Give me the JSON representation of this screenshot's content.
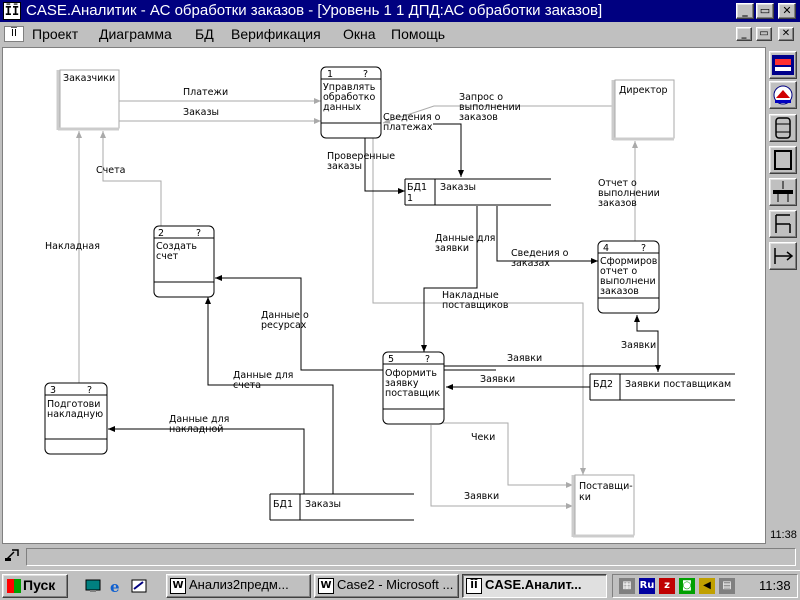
{
  "window": {
    "title": "CASE.Аналитик - АС обработки заказов - [Уровень 1 1 ДПД:АС обработки заказов]",
    "app_icon_glyph": "ĪĪ",
    "minimize_glyph": "_",
    "maximize_glyph": "▭",
    "close_glyph": "✕"
  },
  "menu": {
    "items": [
      "Проект",
      "Диаграмма",
      "БД",
      "Верификация",
      "Окна",
      "Помощь"
    ]
  },
  "diagram": {
    "externals": [
      {
        "id": "customers",
        "label": "Заказчики"
      },
      {
        "id": "director",
        "label": "Директор"
      },
      {
        "id": "suppliers",
        "label": [
          "Поставщи-",
          "ки"
        ]
      }
    ],
    "processes": [
      {
        "id": "p1",
        "num": "1",
        "q": "?",
        "lines": [
          "Управлять",
          "обработко",
          "данных"
        ]
      },
      {
        "id": "p2",
        "num": "2",
        "q": "?",
        "lines": [
          "Создать",
          "счет"
        ]
      },
      {
        "id": "p3",
        "num": "3",
        "q": "?",
        "lines": [
          "Подготови",
          "накладную"
        ]
      },
      {
        "id": "p4",
        "num": "4",
        "q": "?",
        "lines": [
          "Сформиров",
          "отчет о",
          "выполнени",
          "заказов"
        ]
      },
      {
        "id": "p5",
        "num": "5",
        "q": "?",
        "lines": [
          "Оформить",
          "заявку",
          "поставщик"
        ]
      }
    ],
    "stores": [
      {
        "id": "s1",
        "code": "БД1",
        "num": "1",
        "label": "Заказы"
      },
      {
        "id": "s2",
        "code": "БД2",
        "label": "Заявки поставщикам"
      },
      {
        "id": "s3",
        "code": "БД1",
        "label": "Заказы"
      }
    ],
    "flows": {
      "payments": "Платежи",
      "orders": "Заказы",
      "invoices": "Счета",
      "waybill": "Накладная",
      "exec_request": [
        "Запрос о",
        "выполнении",
        "заказов"
      ],
      "payment_info": [
        "Сведения о",
        "платежах"
      ],
      "checked_orders": [
        "Проверенные",
        "заказы"
      ],
      "exec_report": [
        "Отчет о",
        "выполнении",
        "заказов"
      ],
      "request_data": [
        "Данные для",
        "заявки"
      ],
      "order_info": [
        "Сведения о",
        "заказах"
      ],
      "supplier_waybills": [
        "Накладные",
        "поставщиков"
      ],
      "resource_data": [
        "Данные о",
        "ресурсах"
      ],
      "requests_a": "Заявки",
      "requests_b": "Заявки",
      "requests_c": "Заявки",
      "requests_d": "Заявки",
      "invoice_data": [
        "Данные для",
        "счета"
      ],
      "waybill_data": [
        "Данные для",
        "накладной"
      ],
      "cheques": "Чеки"
    }
  },
  "toolbar": {
    "tools": [
      "dfd-logo-icon",
      "process-icon",
      "store-icon",
      "external-icon",
      "split-icon",
      "text-icon",
      "flow-icon"
    ]
  },
  "side_clock": "11:38",
  "taskbar": {
    "start_label": "Пуск",
    "tasks": [
      {
        "label": "Анализ2предм...",
        "icon": "W"
      },
      {
        "label": "Case2 - Microsoft ...",
        "icon": "W"
      },
      {
        "label": "CASE.Аналит...",
        "icon": "ĪĪ"
      }
    ],
    "tray_lang": "Ru",
    "clock": "11:38"
  },
  "colors": {
    "titlebar": "#000080",
    "window_face": "#c0c0c0",
    "canvas": "#ffffff",
    "line": "#000000",
    "faint_line": "#aaaaaa"
  }
}
